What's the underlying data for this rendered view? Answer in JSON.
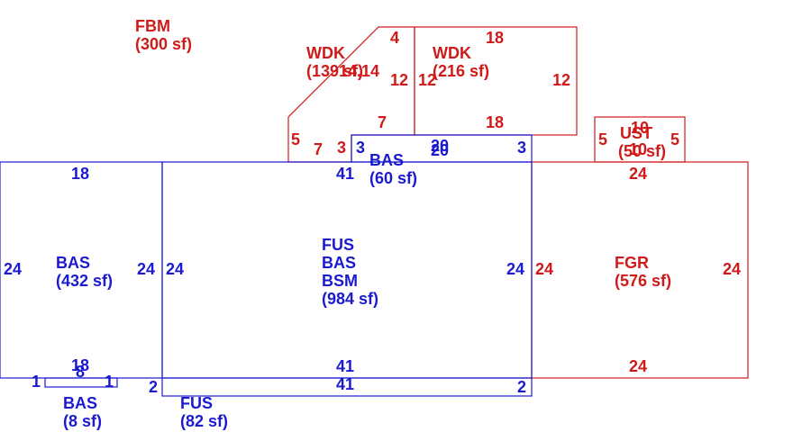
{
  "colors": {
    "living": "#1a1ad0",
    "other": "#d01a1a",
    "background": "#ffffff"
  },
  "areas": {
    "fbm": {
      "code": "FBM",
      "sf": "(300 sf)"
    },
    "wdk1": {
      "code": "WDK",
      "sf": "(139 sf)"
    },
    "wdk2": {
      "code": "WDK",
      "sf": "(216 sf)"
    },
    "ust": {
      "code": "UST",
      "sf": "(50 sf)"
    },
    "bas_small": {
      "code": "BAS",
      "sf": "(60 sf)"
    },
    "bas_left": {
      "code": "BAS",
      "sf": "(432 sf)"
    },
    "main": {
      "code1": "FUS",
      "code2": "BAS",
      "code3": "BSM",
      "sf": "(984 sf)"
    },
    "fgr": {
      "code": "FGR",
      "sf": "(576 sf)"
    },
    "bas_tiny": {
      "code": "BAS",
      "sf": "(8 sf)"
    },
    "fus_strip": {
      "code": "FUS",
      "sf": "(82 sf)"
    }
  },
  "dimensions": {
    "wdk1_top_diag": "4",
    "wdk1_diag_label": "14.14",
    "wdk1_right": "12",
    "wdk1_bottom": "7",
    "wdk1_left": "5",
    "wdk1_step_a": "7",
    "wdk1_step_b": "3",
    "wdk2_top": "18",
    "wdk2_left": "12",
    "wdk2_right": "12",
    "wdk2_bottom": "18",
    "ust_top": "10",
    "ust_left": "5",
    "ust_right": "5",
    "ust_bottom": "10",
    "bas_small_left": "3",
    "bas_small_top": "20",
    "bas_small_bottom": "20",
    "bas_small_right": "3",
    "bas_left_top": "18",
    "bas_left_left": "24",
    "bas_left_right": "24",
    "bas_left_bottom_a": "18",
    "bas_left_bottom_b": "8",
    "main_top": "41",
    "main_left": "24",
    "main_right": "24",
    "main_bottom": "41",
    "fgr_top": "24",
    "fgr_left": "24",
    "fgr_right": "24",
    "fgr_bottom": "24",
    "tiny_left": "1",
    "tiny_right": "1",
    "strip_left": "2",
    "strip_bottom": "41",
    "strip_right": "2"
  }
}
